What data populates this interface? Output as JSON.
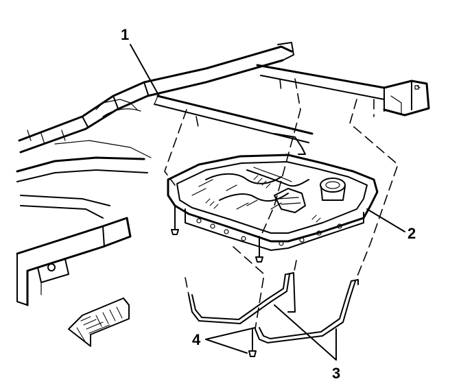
{
  "diagram": {
    "callouts": [
      {
        "id": "1",
        "label": "1"
      },
      {
        "id": "2",
        "label": "2"
      },
      {
        "id": "3",
        "label": "3"
      },
      {
        "id": "4",
        "label": "4"
      }
    ],
    "icons": {
      "front_arrow": "front-direction-arrow-icon"
    }
  }
}
